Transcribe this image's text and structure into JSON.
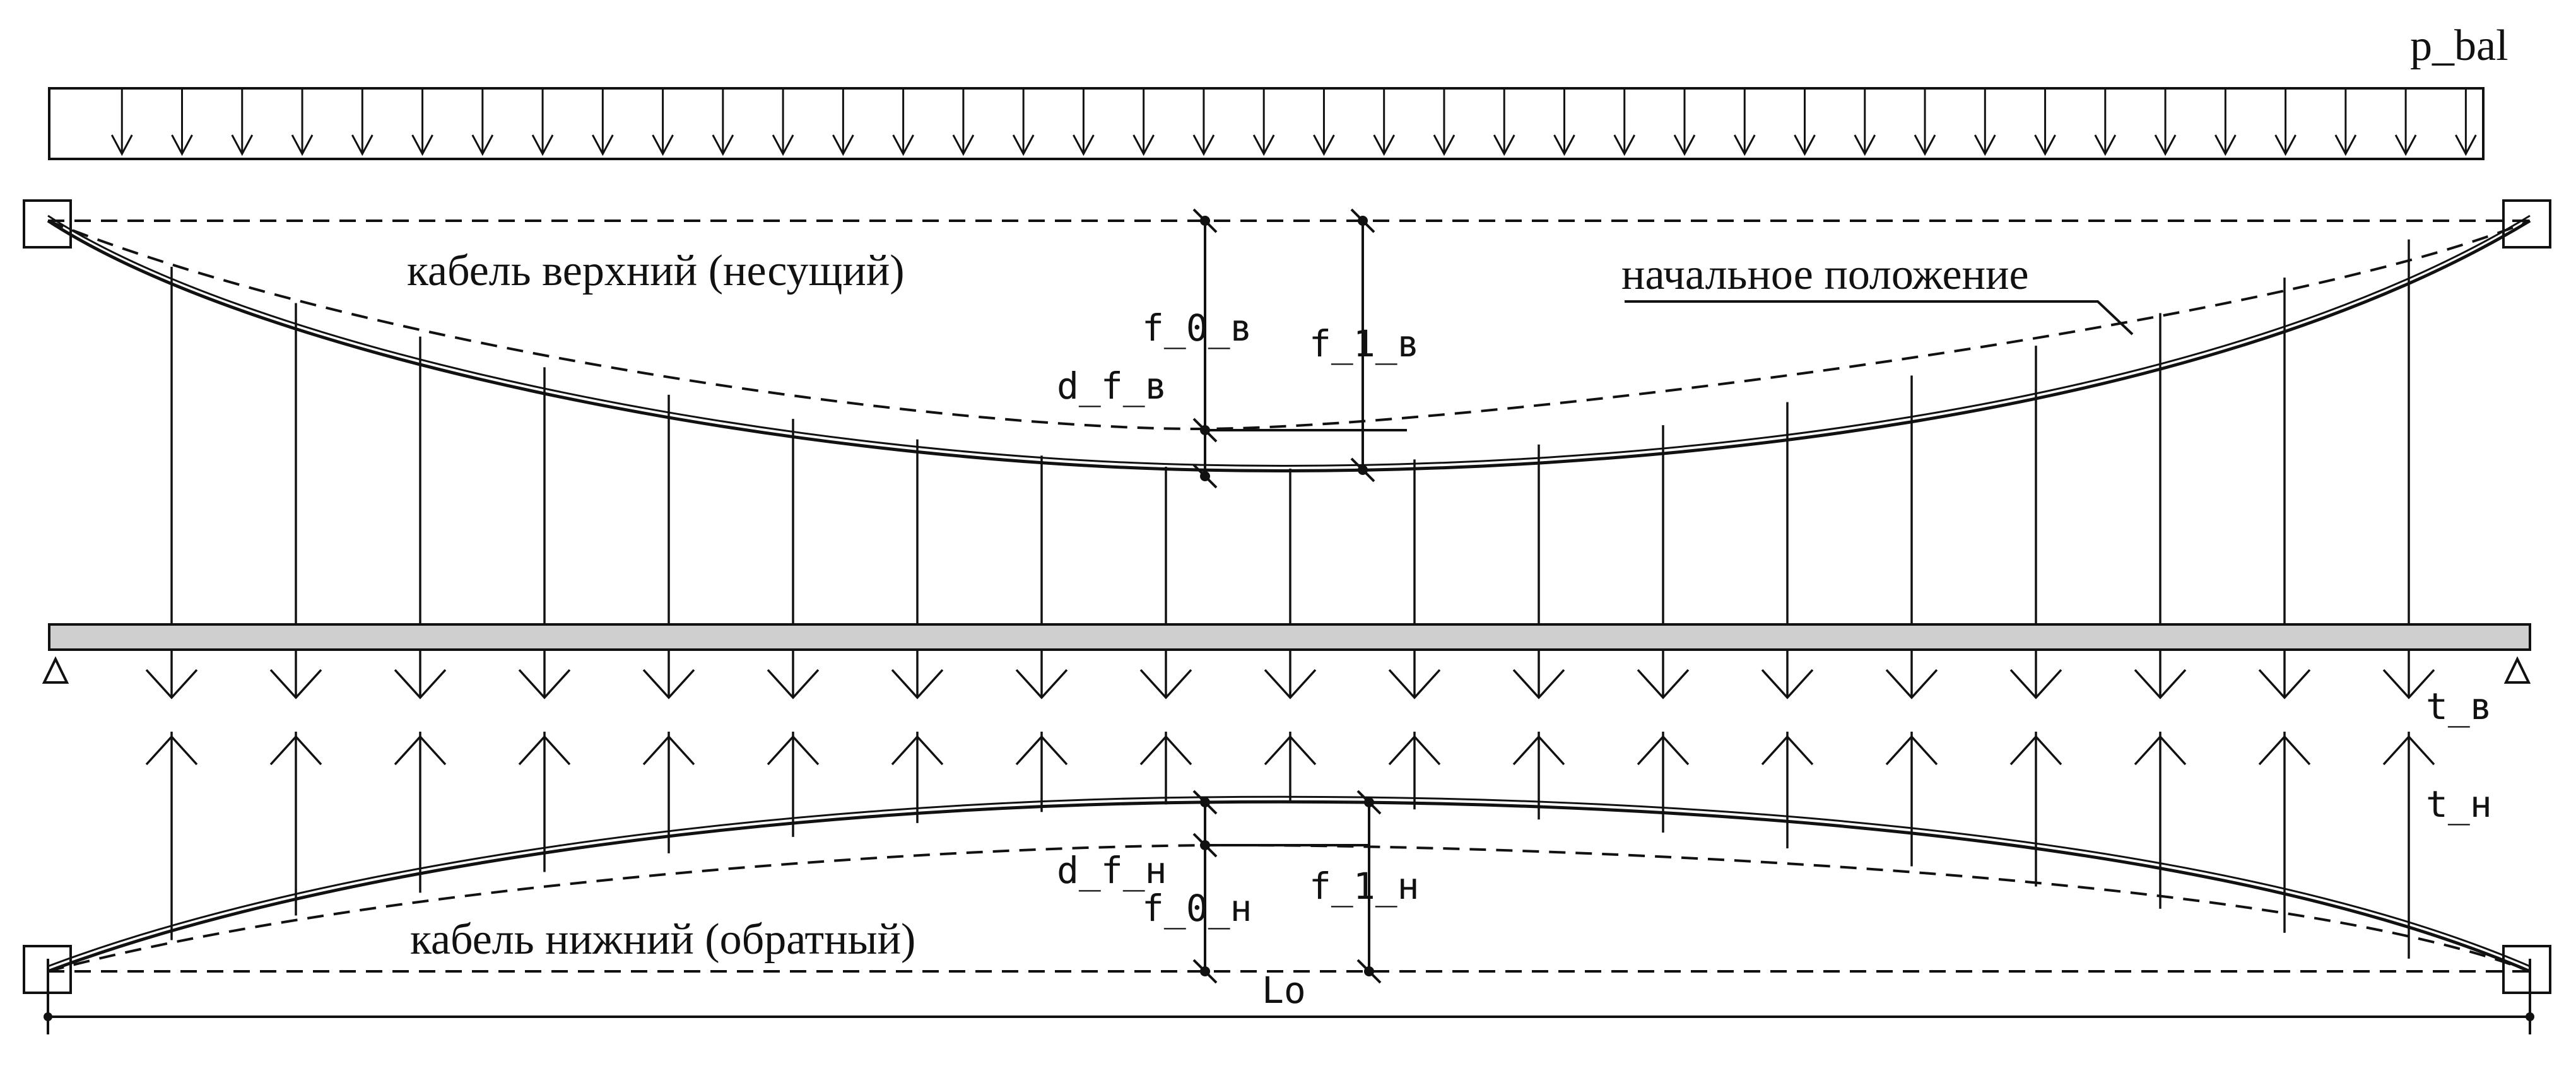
{
  "labels": {
    "p_bal": "p_bal",
    "upper_cable": "кабель верхний (несущий)",
    "initial_position": "начальное положение",
    "lower_cable": "кабель нижний (обратный)",
    "f0_upper": "f_0_в",
    "f1_upper": "f_1_в",
    "df_upper": "d_f_в",
    "f0_lower": "f_0_н",
    "f1_lower": "f_1_н",
    "df_lower": "d_f_н",
    "t_upper": "t_в",
    "t_lower": "t_н",
    "span": "Lo"
  },
  "colors": {
    "ink": "#111111",
    "beam_fill": "#cfcfcf"
  }
}
